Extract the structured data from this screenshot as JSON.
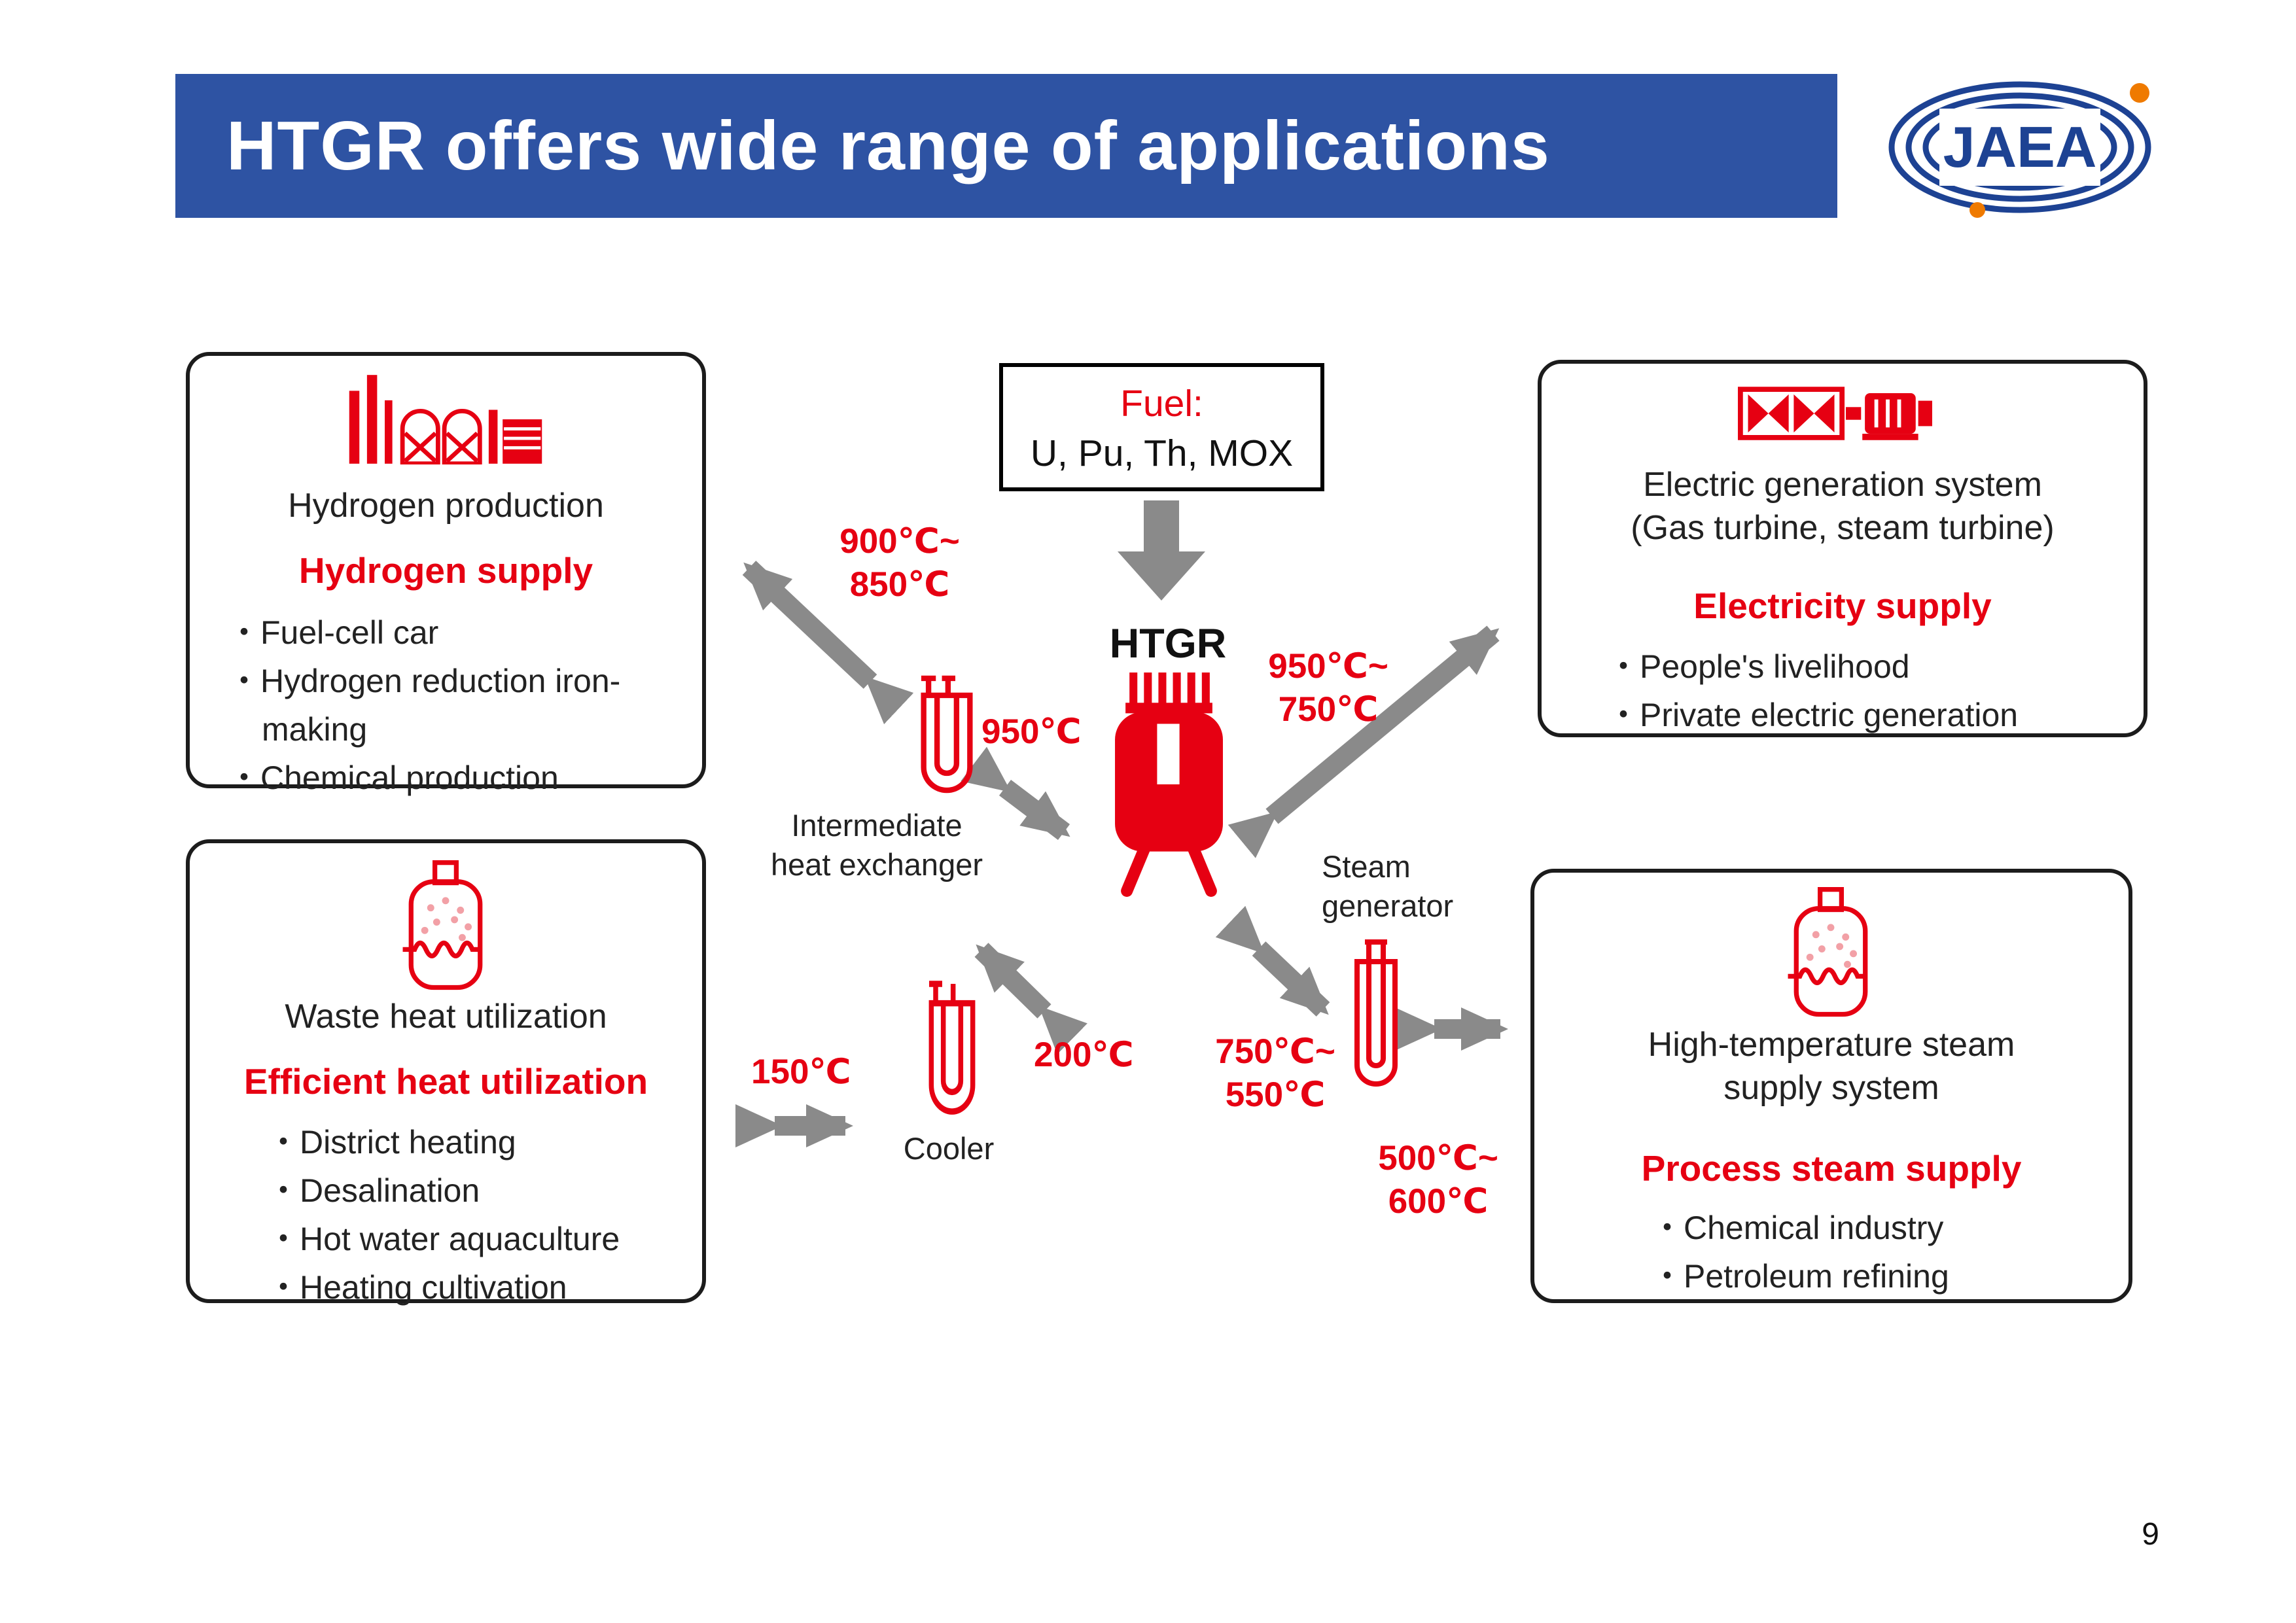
{
  "header": {
    "title": "HTGR offers wide range of applications",
    "logo_text": "JAEA"
  },
  "fuel": {
    "label": "Fuel:",
    "types": "U, Pu, Th, MOX"
  },
  "reactor": {
    "label": "HTGR"
  },
  "components": {
    "ihx": {
      "label_line1": "Intermediate",
      "label_line2": "heat exchanger"
    },
    "steam_generator": {
      "label_line1": "Steam",
      "label_line2": "generator"
    },
    "cooler": {
      "label": "Cooler"
    }
  },
  "temperatures": {
    "hydrogen_loop_high": "900℃~",
    "hydrogen_loop_low": "850℃",
    "ihx_outlet": "950℃",
    "electric_loop_high": "950℃~",
    "electric_loop_low": "750℃",
    "sg_loop_high": "750℃~",
    "sg_loop_low": "550℃",
    "steam_supply_high": "500℃~",
    "steam_supply_low": "600℃",
    "cooler_in": "200℃",
    "cooler_out": "150℃"
  },
  "boxes": {
    "hydrogen": {
      "title": "Hydrogen production",
      "supply": "Hydrogen supply",
      "items": [
        "・Fuel-cell car",
        "・Hydrogen reduction iron-making",
        "・Chemical production"
      ]
    },
    "electric": {
      "title_line1": "Electric generation system",
      "title_line2": "(Gas turbine, steam turbine)",
      "supply": "Electricity supply",
      "items": [
        "・People's livelihood",
        "・Private electric generation"
      ]
    },
    "waste_heat": {
      "title": "Waste heat utilization",
      "supply": "Efficient heat utilization",
      "items": [
        "・District heating",
        "・Desalination",
        "・Hot water aquaculture",
        "・Heating cultivation"
      ]
    },
    "steam": {
      "title_line1": "High-temperature steam",
      "title_line2": "supply system",
      "supply": "Process steam supply",
      "items": [
        "・Chemical industry",
        "・Petroleum refining"
      ]
    }
  },
  "page": {
    "number": "9"
  },
  "colors": {
    "accent_red": "#e60012",
    "banner_blue": "#2e53a3",
    "arrow_gray": "#8a8a8a"
  }
}
